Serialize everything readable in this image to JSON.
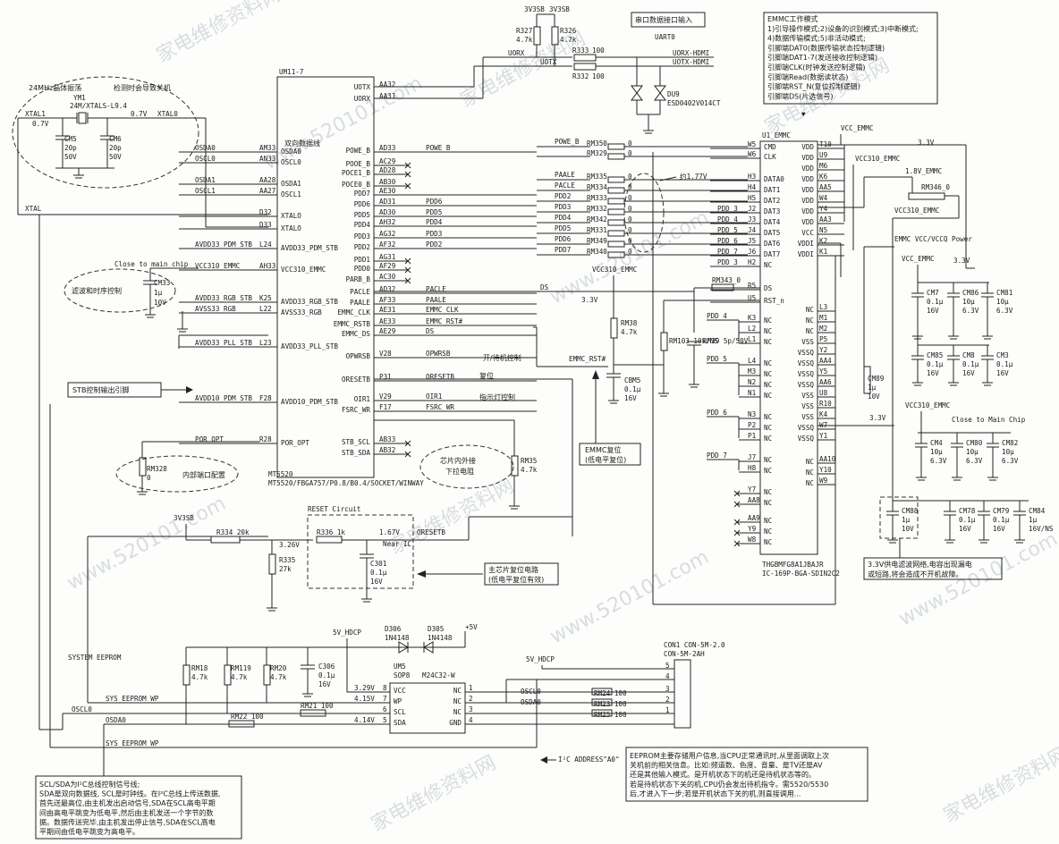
{
  "watermarks": [
    "家电维修资料网",
    "www.520101.com",
    "家电维修资料网",
    "www.520101.com",
    "家电维修资料网",
    "www.520101.com",
    "家电维修资料网",
    "www.520101.com",
    "家电维修资料网",
    "www.520101.com",
    "家电维修资料网"
  ],
  "crystal": {
    "group_label_a": "24MHz晶体振荡",
    "group_label_b": "检测时会导致关机",
    "ref": "YM1",
    "part": "24M/XTALS-L9.4",
    "xtal1": "XTAL1",
    "xtal0": "XTAL0",
    "v1": "0.7V",
    "v2": "0.7V",
    "cm5": [
      "CM5",
      "20p",
      "50V"
    ],
    "cm6": [
      "CM6",
      "20p",
      "50V"
    ],
    "xtal_net": "XTAL"
  },
  "main_ic": {
    "ref": "UM11-7",
    "func": "双向数据线",
    "name1": "MT5520",
    "name2": "MT5520/FBGA757/P0.8/B0.4/SOCKET/WINWAY",
    "left_pins": [
      {
        "net": "OSDA0",
        "pin": "AM33",
        "name": "OSDA0"
      },
      {
        "net": "OSCL0",
        "pin": "AN33",
        "name": "OSCL0"
      },
      {
        "net": "OSDA1",
        "pin": "AA28",
        "name": "OSDA1"
      },
      {
        "net": "OSCL1",
        "pin": "AA27",
        "name": "OSCL1"
      },
      {
        "net": "",
        "pin": "D32",
        "name": "XTALO"
      },
      {
        "net": "",
        "pin": "D33",
        "name": "XTALO"
      },
      {
        "net": "AVDD33_PDM_STB",
        "pin": "L24",
        "name": "AVDD33_PDM_STB"
      },
      {
        "net": "VCC310_EMMC",
        "pin": "AH33",
        "name": "VCC310_EMMC"
      },
      {
        "net": "AVDD33_RGB_STB",
        "pin": "K25",
        "name": "AVDD33_RGB_STB"
      },
      {
        "net": "AVSS33_RGB",
        "pin": "L22",
        "name": "AVSS33_RGB"
      },
      {
        "net": "AVDD33_PLL_STB",
        "pin": "L23",
        "name": "AVDD33_PLL_STB"
      },
      {
        "net": "AVDD10_PDM_STB",
        "pin": "F28",
        "name": "AVDD10_PDM_STB"
      },
      {
        "net": "POR_OPT",
        "pin": "R28",
        "name": "POR_OPT"
      }
    ],
    "right_pins": [
      {
        "name": "UOTX",
        "pin": "AA32",
        "net": "UOTX"
      },
      {
        "name": "UORX",
        "pin": "AA31",
        "net": "UORX"
      },
      {
        "name": "POWE_B",
        "pin": "AD33",
        "net": "POWE_B"
      },
      {
        "name": "POOE_B",
        "pin": "AC29",
        "net": ""
      },
      {
        "name": "POCE1_B",
        "pin": "AD28",
        "net": ""
      },
      {
        "name": "POCE0_B",
        "pin": "AB30",
        "net": ""
      },
      {
        "name": "PDD7",
        "pin": "AE30",
        "net": ""
      },
      {
        "name": "PDD6",
        "pin": "AD31",
        "net": "PDD6"
      },
      {
        "name": "PDD5",
        "pin": "AD30",
        "net": "PDD5"
      },
      {
        "name": "PDD4",
        "pin": "AH32",
        "net": "PDD4"
      },
      {
        "name": "PDD3",
        "pin": "AG32",
        "net": "PDD3"
      },
      {
        "name": "PDD2",
        "pin": "AF32",
        "net": "PDD2"
      },
      {
        "name": "PDD1",
        "pin": "AG31",
        "net": ""
      },
      {
        "name": "PDD0",
        "pin": "AF29",
        "net": ""
      },
      {
        "name": "PARB_B",
        "pin": "AC30",
        "net": ""
      },
      {
        "name": "PACLE",
        "pin": "AD32",
        "net": "PACLE"
      },
      {
        "name": "PAALE",
        "pin": "AF33",
        "net": "PAALE"
      },
      {
        "name": "EMMC_CLK",
        "pin": "AE31",
        "net": "EMMC_CLK"
      },
      {
        "name": "EMMC_RSTB",
        "pin": "AE33",
        "net": "EMMC_RST#"
      },
      {
        "name": "EMMC_DS",
        "pin": "AE29",
        "net": "DS"
      },
      {
        "name": "OPWRSB",
        "pin": "V28",
        "net": "OPWRSB"
      },
      {
        "name": "ORESETB",
        "pin": "P31",
        "net": "ORESETB"
      },
      {
        "name": "OIR1",
        "pin": "V29",
        "net": "OIR1"
      },
      {
        "name": "FSRC_WR",
        "pin": "F17",
        "net": "FSRC_WR"
      },
      {
        "name": "STB_SCL",
        "pin": "AB33",
        "net": ""
      },
      {
        "name": "STB_SDA",
        "pin": "AB32",
        "net": ""
      }
    ]
  },
  "uart": {
    "title": "串口数据接口输入",
    "ref": "UART0",
    "v1": "3V3SB",
    "v2": "3V3SB",
    "r327": [
      "R327",
      "4.7k"
    ],
    "r326": [
      "R326",
      "4.7k"
    ],
    "net_uorx": "UORX",
    "net_uotx": "UOTX",
    "r333": [
      "R333",
      "100"
    ],
    "r332": [
      "R332",
      "100"
    ],
    "out1": "UORX-HDMI",
    "out2": "UOTX-HDMI",
    "du9": [
      "DU9",
      "ESD0402V014CT"
    ]
  },
  "emmc_note": {
    "lines": [
      "EMMC工作模式",
      "1)引导操作模式;2)设备的识别模式;3)中断模式;",
      "4)数据传输模式;5)非活动模式;",
      "引脚端DAT0(数据传输状态控制逻辑)",
      "引脚端DAT1-7(发送接收控制逻辑)",
      "引脚端CLK(时钟发送控制逻辑)",
      "引脚端Read(数据读状态)",
      "引脚端RST_N(复位控制逻辑)",
      "引脚端DS(片选信号)"
    ]
  },
  "emmc": {
    "ref": "U1_EMMC",
    "part1": "THGBMFG8A1JBAJR",
    "part2": "IC-169P-BGA-SDIN2C2",
    "vcc_emmc": "VCC_EMMC",
    "v33": "3.3V",
    "vcc310": "VCC310_EMMC",
    "v18": "1.8V_EMMC",
    "rm346": "RM346_0",
    "vcc310b": "VCC310_EMMC",
    "v177": "约1.77V",
    "left_pins": [
      {
        "pin": "W5",
        "name": "CMD"
      },
      {
        "pin": "W6",
        "name": "CLK"
      },
      {
        "pin": "H3",
        "name": "DATA0"
      },
      {
        "pin": "H4",
        "name": "DAT1"
      },
      {
        "pin": "H5",
        "name": "DAT2"
      },
      {
        "pin": "J2",
        "name": "DAT3"
      },
      {
        "pin": "J3",
        "name": "DAT4"
      },
      {
        "pin": "J4",
        "name": "DAT5"
      },
      {
        "pin": "J5",
        "name": "DAT6"
      },
      {
        "pin": "J6",
        "name": "DAT7"
      },
      {
        "pin": "H2",
        "name": "NC"
      },
      {
        "pin": "R5",
        "name": "DS"
      },
      {
        "pin": "U5",
        "name": "RST_n"
      }
    ],
    "right_pins": [
      {
        "name": "VDD",
        "pin": "T10"
      },
      {
        "name": "VDD",
        "pin": "U9"
      },
      {
        "name": "VDD",
        "pin": "M6"
      },
      {
        "name": "VDD",
        "pin": "K6"
      },
      {
        "name": "VDD",
        "pin": "AA5"
      },
      {
        "name": "VDD",
        "pin": "W4"
      },
      {
        "name": "VDD",
        "pin": "Y4"
      },
      {
        "name": "VDD",
        "pin": "AA3"
      },
      {
        "name": "VCC",
        "pin": "N5"
      },
      {
        "name": "VDDI",
        "pin": "K2"
      },
      {
        "name": "VDDI",
        "pin": "K1"
      }
    ],
    "series_r": [
      {
        "ref": "RM350",
        "val": "0",
        "net": "POWE_B"
      },
      {
        "ref": "RM329",
        "val": "0",
        "net": ""
      },
      {
        "ref": "RM335",
        "val": "0",
        "net": "PAALE"
      },
      {
        "ref": "RM334",
        "val": "0",
        "net": "PACLE"
      },
      {
        "ref": "RM333",
        "val": "0",
        "net": "PDD2"
      },
      {
        "ref": "RM332",
        "val": "0",
        "net": "PDD3"
      },
      {
        "ref": "RM342",
        "val": "0",
        "net": "PDD4"
      },
      {
        "ref": "RM331",
        "val": "0",
        "net": "PDD5"
      },
      {
        "ref": "RM349",
        "val": "0",
        "net": "PDD6"
      },
      {
        "ref": "RM340",
        "val": "0",
        "net": "PDD7"
      }
    ],
    "pdd_out": [
      "PDD_3",
      "PDD_4",
      "PDD_5",
      "PDD_6",
      "PDD_7",
      "PDD_3"
    ],
    "rm343": "RM343_0",
    "ds": "DS",
    "v33b": "3.3V",
    "vcc310c": "VCC310_EMMC",
    "rm38": [
      "RM38",
      "4.7k"
    ],
    "cbm5": [
      "CBM5",
      "0.1μ",
      "16V"
    ],
    "rm103": "RM103 10k/NS",
    "rm39": "RM39 5p/50V",
    "emmc_rst": "EMMC_RST#",
    "emmc_rst_note": [
      "EMMC复位",
      "(低电平复位)"
    ],
    "nc_groups": [
      {
        "net": "PDD_4",
        "pins": [
          "K3",
          "L2",
          "L1"
        ]
      },
      {
        "net": "PDD_5",
        "pins": [
          "L4",
          "M3",
          "N2",
          "N1"
        ]
      },
      {
        "net": "PDD_6",
        "pins": [
          "N3",
          "P2",
          "P1"
        ]
      },
      {
        "net": "PDD_7",
        "pins": [
          "J7",
          "H8"
        ]
      }
    ],
    "nc_free": [
      "Y7",
      "AA8",
      "AA9",
      "Y9",
      "W8"
    ],
    "right_low_pins": [
      {
        "name": "NC",
        "pin": "L3"
      },
      {
        "name": "NC",
        "pin": "M1"
      },
      {
        "name": "NC",
        "pin": "M2"
      },
      {
        "name": "VSS",
        "pin": "P5"
      },
      {
        "name": "VSSQ",
        "pin": "Y2"
      },
      {
        "name": "VSSQ",
        "pin": "AA4"
      },
      {
        "name": "VSSQ",
        "pin": "Y5"
      },
      {
        "name": "VSSQ",
        "pin": "AA6"
      },
      {
        "name": "VSS",
        "pin": "U8"
      },
      {
        "name": "VSS",
        "pin": "R10"
      },
      {
        "name": "VSS",
        "pin": "K4"
      },
      {
        "name": "VSSQ",
        "pin": "W7"
      },
      {
        "name": "VSSQ",
        "pin": "Y1"
      },
      {
        "name": "NC",
        "pin": "AA10"
      },
      {
        "name": "NC",
        "pin": "Y10"
      },
      {
        "name": "NC",
        "pin": "W9"
      }
    ],
    "cm89": [
      "CM89",
      "1μ",
      "10V"
    ],
    "v33c": "3.3V"
  },
  "power": {
    "title": "EMMC VCC/VCCQ Power",
    "vcc_emmc": "VCC_EMMC",
    "v33": "3.3V",
    "caps1": [
      {
        "ref": "CM7",
        "val": "0.1μ",
        "v": "16V"
      },
      {
        "ref": "CM86",
        "val": "10μ",
        "v": "6.3V"
      },
      {
        "ref": "CM81",
        "val": "10μ",
        "v": "6.3V"
      }
    ],
    "caps2": [
      {
        "ref": "CM85",
        "val": "0.1μ",
        "v": "16V"
      },
      {
        "ref": "CM8",
        "val": "0.1μ",
        "v": "16V"
      },
      {
        "ref": "CM3",
        "val": "0.1μ",
        "v": "16V"
      }
    ],
    "vcc310": "VCC310_EMMC",
    "close": "Close to Main Chip",
    "caps3": [
      {
        "ref": "CM4",
        "val": "10μ",
        "v": "6.3V"
      },
      {
        "ref": "CM80",
        "val": "10μ",
        "v": "6.3V"
      },
      {
        "ref": "CM82",
        "val": "10μ",
        "v": "6.3V"
      }
    ],
    "caps4": [
      {
        "ref": "CM88",
        "val": "1μ",
        "v": "10V"
      },
      {
        "ref": "CM78",
        "val": "0.1μ",
        "v": "16V"
      },
      {
        "ref": "CM79",
        "val": "0.1μ",
        "v": "16V"
      },
      {
        "ref": "CM84",
        "val": "1μ",
        "v": "16V/NS"
      }
    ],
    "note": [
      "3.3V供电滤波网络,电容出现漏电",
      "或短路,将会造成不开机故障。"
    ]
  },
  "misc": {
    "close_chip": "Close to main chip",
    "cm33": [
      "CM33",
      "1μ",
      "10V"
    ],
    "filter_note": "滤波和时序控制",
    "stb_note": "STB控制输出引脚",
    "pwr_label": "开/待机控制",
    "reset_label": "复位",
    "ir_label": "指示灯控制",
    "rm328": [
      "RM328",
      "0"
    ],
    "cfg_note": "内部端口配置",
    "pullup_note": [
      "芯片内外接",
      "下拉电阻"
    ],
    "rm35": [
      "RM35",
      "4.7k"
    ],
    "v3v3sb": "3V3SB"
  },
  "reset": {
    "title": "RESET Circuit",
    "r334": "R334 20k",
    "v326": "3.26V",
    "r335": [
      "R335",
      "27k"
    ],
    "r336": "R336 1k",
    "v167": "1.67V",
    "near": "Near IC",
    "net": "ORESETB",
    "c301": [
      "C301",
      "0.1μ",
      "16V"
    ],
    "note": [
      "主芯片复位电路",
      "(低电平复位有效)"
    ]
  },
  "eeprom": {
    "title": "SYSTEM EEPROM",
    "v5": "5V_HDCP",
    "d306": [
      "D306",
      "1N4148"
    ],
    "d305": [
      "D305",
      "1N4148"
    ],
    "plus5": "+5V",
    "rm18": [
      "RM18",
      "4.7k"
    ],
    "rm119": [
      "RM119",
      "4.7k"
    ],
    "rm20": [
      "RM20",
      "4.7k"
    ],
    "c306": [
      "C306",
      "0.1μ",
      "16V"
    ],
    "um5": [
      "UM5",
      "SOP8",
      "M24C32-W"
    ],
    "left_pins": [
      {
        "v": "3.29V",
        "pin": "8",
        "name": "VCC"
      },
      {
        "v": "4.15V",
        "pin": "7",
        "name": "WP"
      },
      {
        "v": "",
        "pin": "6",
        "name": "SCL"
      },
      {
        "v": "4.14V",
        "pin": "5",
        "name": "SDA"
      }
    ],
    "right_pins": [
      {
        "name": "NC",
        "pin": "1"
      },
      {
        "name": "NC",
        "pin": "2"
      },
      {
        "name": "NC",
        "pin": "3"
      },
      {
        "name": "GND",
        "pin": "4"
      }
    ],
    "sys_wp": "SYS_EEPROM_WP",
    "sys_wp2": "SYS_EEPROM_WP",
    "oscl0": "OSCL0",
    "osda0": "OSDA0",
    "rm22": "RM22 100",
    "rm21": "RM21 100",
    "con1": [
      "CON1 CON-5M-2.0",
      "CON-5M-2AH"
    ],
    "v5b": "5V_HDCP",
    "con_pins": [
      "5",
      "4",
      "3",
      "2",
      "1"
    ],
    "rm24": "RM24 100",
    "rm23": "RM23 100",
    "rm25": "RM25 100",
    "oscl0b": "OSCL0",
    "osda0b": "OSDA0",
    "i2c_addr": "I²C ADDRESS\"A0\""
  },
  "notes": {
    "i2c": [
      "SCL/SDA为I²C总线控制信号线;",
      "SDA是双向数据线, SCL是时钟线。在I²C总线上传送数据,",
      "首先送最高位,由主机发出启动信号,SDA在SCL高电平期",
      "间由高电平跳变为低电平,然后由主机发送一个字节的数",
      "据。数据传送完毕,由主机发出停止信号,SDA在SCL高电",
      "平期间由低电平跳变为高电平。"
    ],
    "eeprom": [
      "EEPROM主要存储用户信息,当CPU正常通讯时,从里面调取上次",
      "关机前的相关信息。比如:频道数、色度、音量、是TV还是AV",
      "还是其他输入模式。是开机状态下的机还是待机状态等的。",
      "若是待机状态下关的机,CPU仍会发出待机指令。需5520/5530",
      "后,才进入下一步;若是开机状态下关的机,则直接调用..."
    ]
  }
}
